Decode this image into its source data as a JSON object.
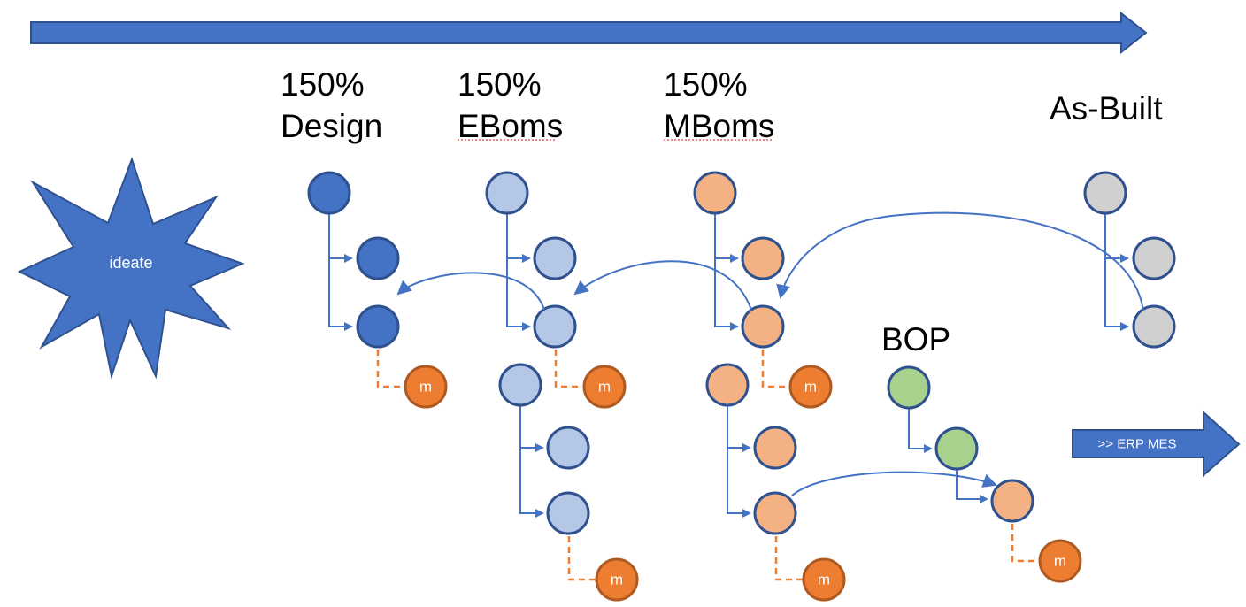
{
  "columns": {
    "design": {
      "line1": "150%",
      "line2": "Design"
    },
    "eboms": {
      "line1": "150%",
      "line2": "EBoms"
    },
    "mboms": {
      "line1": "150%",
      "line2": "MBoms"
    },
    "asbuilt": {
      "line1": "As-Built"
    },
    "bop": {
      "line1": "BOP"
    }
  },
  "burst_label": "ideate",
  "erp_label": ">> ERP MES",
  "material_label": "m",
  "colors": {
    "timeline_arrow": "#4472c4",
    "design_node": "#4472c4",
    "ebom_node": "#b4c7e7",
    "mbom_node": "#f4b183",
    "asbuilt_node": "#d0d0d0",
    "bop_node": "#a9d18e",
    "material_node": "#ed7d31",
    "node_outline": "#2f528f"
  }
}
